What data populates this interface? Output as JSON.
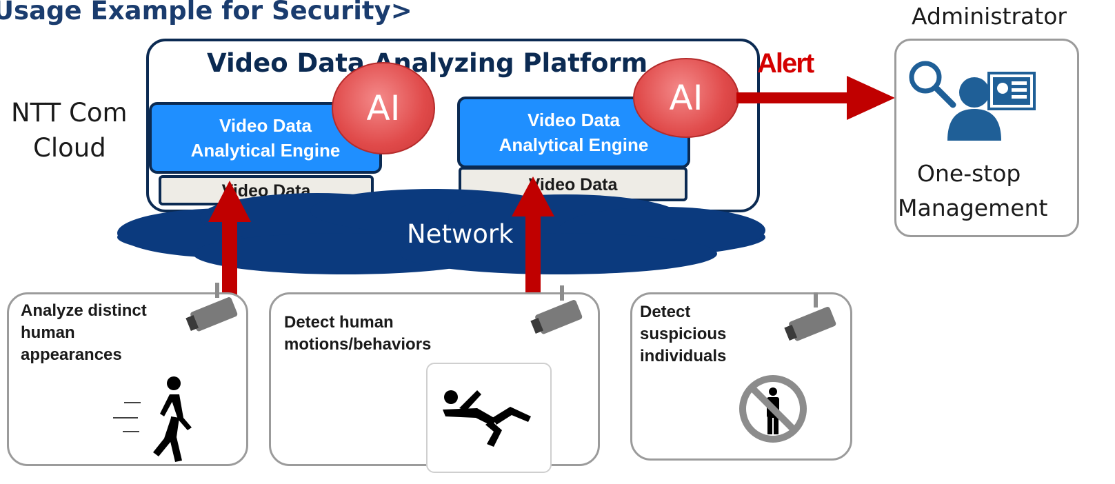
{
  "title": "Usage Example for Security>",
  "cloud_label_line1": "NTT Com",
  "cloud_label_line2": "Cloud",
  "platform": {
    "title": "Video Data Analyzing Platform"
  },
  "engines": [
    {
      "line1": "Video Data",
      "line2": "Analytical Engine",
      "storage": "Video Data",
      "ai": "AI"
    },
    {
      "line1": "Video Data",
      "line2": "Analytical Engine",
      "storage": "Video Data",
      "ai": "AI"
    }
  ],
  "network": "Network",
  "alert": "Alert",
  "administrator": {
    "title": "Administrator",
    "line1": "One-stop",
    "line2": "Management"
  },
  "cameras": [
    {
      "lines": [
        "Analyze distinct",
        "human",
        "appearances"
      ]
    },
    {
      "lines": [
        "Detect human",
        "motions/behaviors"
      ]
    },
    {
      "lines": [
        "Detect",
        "suspicious",
        "individuals"
      ]
    }
  ],
  "colors": {
    "title": "#1a3c6e",
    "navy": "#0b2a52",
    "engine": "#1f8fff",
    "storage": "#eeece6",
    "cloud": "#0b3a7e",
    "arrow": "#c00000",
    "alert": "#d40000",
    "ai": "#e04a4a",
    "admin_icon": "#1f5f97"
  },
  "icons": [
    "camera-icon",
    "walking-person-icon",
    "falling-person-icon",
    "no-person-icon",
    "magnifier-icon",
    "administrator-icon",
    "id-card-icon"
  ]
}
